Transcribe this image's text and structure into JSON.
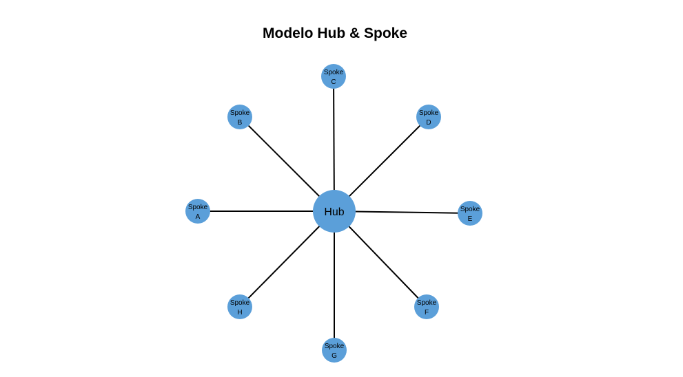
{
  "title": "Modelo Hub & Spoke",
  "colors": {
    "node_fill": "#5b9fd9",
    "edge": "#000000",
    "text": "#000000"
  },
  "hub": {
    "label": "Hub"
  },
  "spokes": [
    {
      "id": "A",
      "line1": "Spoke",
      "line2": "A"
    },
    {
      "id": "B",
      "line1": "Spoke",
      "line2": "B"
    },
    {
      "id": "C",
      "line1": "Spoke",
      "line2": "C"
    },
    {
      "id": "D",
      "line1": "Spoke",
      "line2": "D"
    },
    {
      "id": "E",
      "line1": "Spoke",
      "line2": "E"
    },
    {
      "id": "F",
      "line1": "Spoke",
      "line2": "F"
    },
    {
      "id": "G",
      "line1": "Spoke",
      "line2": "G"
    },
    {
      "id": "H",
      "line1": "Spoke",
      "line2": "H"
    }
  ],
  "edges": [
    {
      "from": "hub",
      "to": "A"
    },
    {
      "from": "hub",
      "to": "B"
    },
    {
      "from": "hub",
      "to": "C"
    },
    {
      "from": "hub",
      "to": "D"
    },
    {
      "from": "hub",
      "to": "E"
    },
    {
      "from": "hub",
      "to": "F"
    },
    {
      "from": "hub",
      "to": "G"
    },
    {
      "from": "hub",
      "to": "H"
    }
  ]
}
